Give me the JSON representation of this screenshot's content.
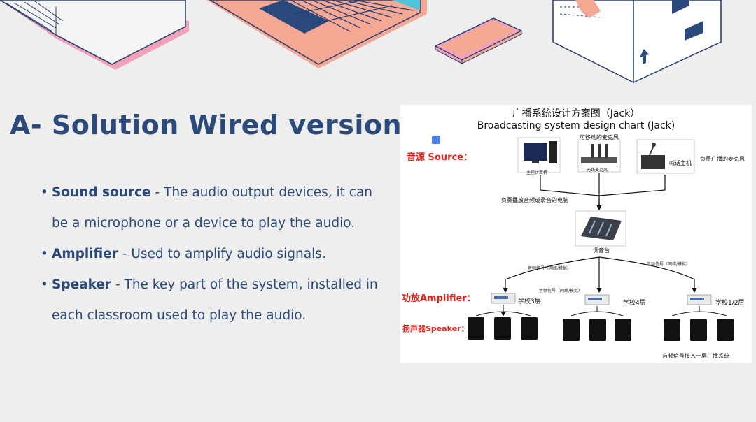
{
  "title": "A- Solution Wired version",
  "bullets": [
    {
      "term": "Sound source",
      "desc": " - The audio output devices, it can be a microphone or a device to play the audio."
    },
    {
      "term": "Amplifier",
      "desc": " - Used to amplify audio signals."
    },
    {
      "term": "Speaker",
      "desc": " - The key part of the system, installed in each classroom used to play the audio."
    }
  ],
  "diagram": {
    "title_zh": "广播系统设计方案图（Jack）",
    "title_en": "Broadcasting system design chart (Jack)",
    "source_label": "音源 Source：",
    "amplifier_label": "功放Amplifier：",
    "speaker_label": "扬声器Speaker：",
    "mobile_mic_label": "可移动的麦克风",
    "computer_label": "主控计算机",
    "wireless_mic_label": "无线麦克风",
    "paging_host_label": "喊话主机",
    "broadcast_mic_note": "负责广播的麦克风",
    "computer_note": "负责播放音频或录音的电脑",
    "mixer_label": "调音台",
    "signal_left": "音频信号（网络/模拟）",
    "signal_right": "音频信号（网络/模拟）",
    "signal_mid": "音频信号（网络/模拟）",
    "floor_3": "学校3层",
    "floor_4": "学校4层",
    "floor_12": "学校1/2层",
    "bottom_note": "音频信号接入一层广播系统"
  },
  "colors": {
    "title": "#2a4a7b",
    "deco_navy": "#233c70",
    "deco_salmon": "#f5a894",
    "deco_pink": "#f0a3b8",
    "label_red": "#e2231a"
  }
}
